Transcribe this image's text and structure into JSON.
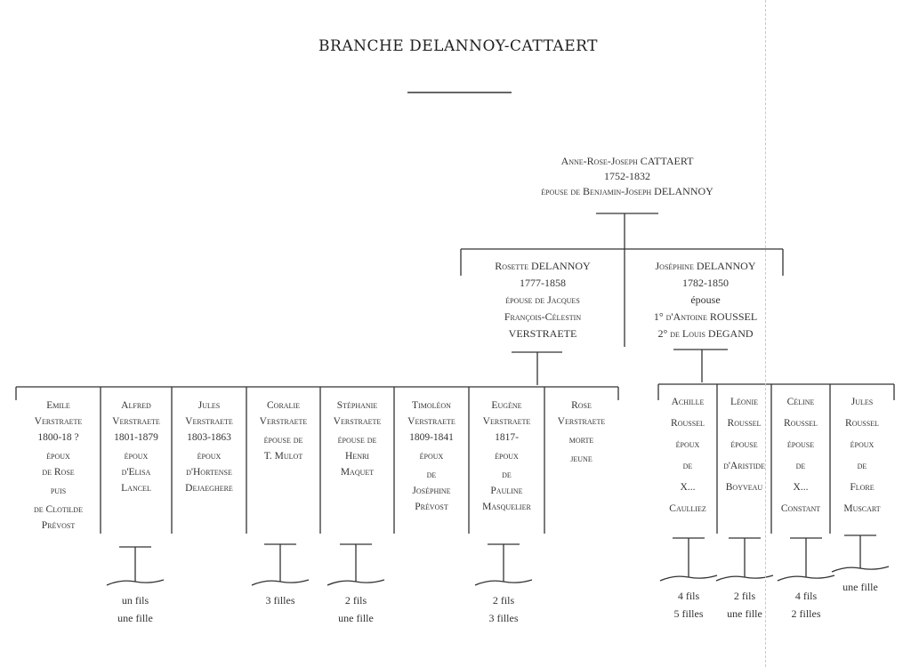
{
  "title": "BRANCHE DELANNOY-CATTAERT",
  "root": {
    "name": "Anne-Rose-Joseph CATTAERT",
    "dates": "1752-1832",
    "spouse": "épouse de Benjamin-Joseph DELANNOY"
  },
  "gen2": [
    {
      "lines": [
        "Rosette DELANNOY",
        "1777-1858",
        "épouse de Jacques",
        "François-Célestin",
        "VERSTRAETE"
      ]
    },
    {
      "lines": [
        "Joséphine DELANNOY",
        "1782-1850",
        "épouse",
        "1° d'Antoine ROUSSEL",
        "2° de Louis DEGAND"
      ]
    }
  ],
  "verstraete_children": [
    {
      "lines": [
        "Emile",
        "Verstraete",
        "1800-18 ?",
        "époux",
        "de Rose",
        "puis",
        "de Clotilde",
        "Prévost"
      ]
    },
    {
      "lines": [
        "Alfred",
        "Verstraete",
        "1801-1879",
        "époux",
        "d'Elisa",
        "Lancel"
      ]
    },
    {
      "lines": [
        "Jules",
        "Verstraete",
        "1803-1863",
        "époux",
        "d'Hortense",
        "Dejaeghere"
      ]
    },
    {
      "lines": [
        "Coralie",
        "Verstraete",
        "épouse de",
        "T. Mulot"
      ]
    },
    {
      "lines": [
        "Stéphanie",
        "Verstraete",
        "épouse de",
        "Henri",
        "Maquet"
      ]
    },
    {
      "lines": [
        "Timoléon",
        "Verstraete",
        "1809-1841",
        "époux",
        "de",
        "Joséphine",
        "Prévost"
      ]
    },
    {
      "lines": [
        "Eugène",
        "Verstraete",
        "1817-",
        "époux",
        "de",
        "Pauline",
        "Masquelier"
      ]
    },
    {
      "lines": [
        "Rose",
        "Verstraete",
        "morte",
        "jeune"
      ]
    }
  ],
  "roussel_children": [
    {
      "lines": [
        "Achille",
        "Roussel",
        "époux",
        "de",
        "X...",
        "Caulliez"
      ]
    },
    {
      "lines": [
        "Léonie",
        "Roussel",
        "épouse",
        "d'Aristide",
        "Boyveau"
      ]
    },
    {
      "lines": [
        "Céline",
        "Roussel",
        "épouse",
        "de",
        "X...",
        "Constant"
      ]
    },
    {
      "lines": [
        "Jules",
        "Roussel",
        "époux",
        "de",
        "Flore",
        "Muscart"
      ]
    }
  ],
  "descendants": {
    "alfred": [
      "un fils",
      "une fille"
    ],
    "coralie": [
      "3 filles"
    ],
    "stephanie": [
      "2 fils",
      "une fille"
    ],
    "eugene": [
      "2 fils",
      "3 filles"
    ],
    "achille": [
      "4 fils",
      "5 filles"
    ],
    "leonie": [
      "2 fils",
      "une fille"
    ],
    "celine": [
      "4 fils",
      "2 filles"
    ],
    "jules_r": [
      "une fille"
    ]
  }
}
